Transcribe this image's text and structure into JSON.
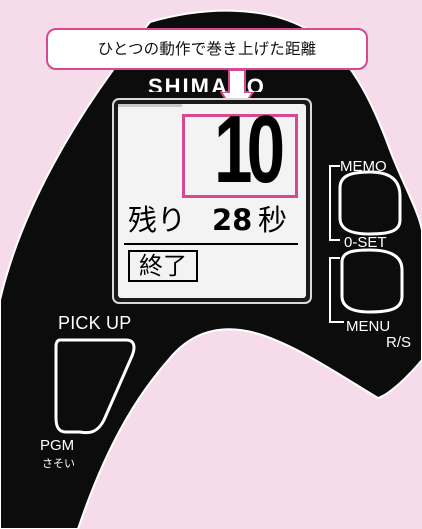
{
  "callout": {
    "text": "ひとつの動作で巻き上げた距離"
  },
  "brand": {
    "text": "SHIMANO"
  },
  "display": {
    "reading": "10",
    "remaining_label": "残り",
    "remaining_value": "28",
    "remaining_unit": "秒",
    "end_label": "終了"
  },
  "buttons": {
    "memo": "MEMO",
    "zero_set": "0-SET",
    "menu": "MENU",
    "rs": "R/S",
    "pick_up": "PICK UP",
    "pgm": "PGM",
    "pgm_sub": "さそい"
  },
  "colors": {
    "accent": "#d6488f",
    "device": "#0c0c0c",
    "background": "#f6dcea"
  }
}
